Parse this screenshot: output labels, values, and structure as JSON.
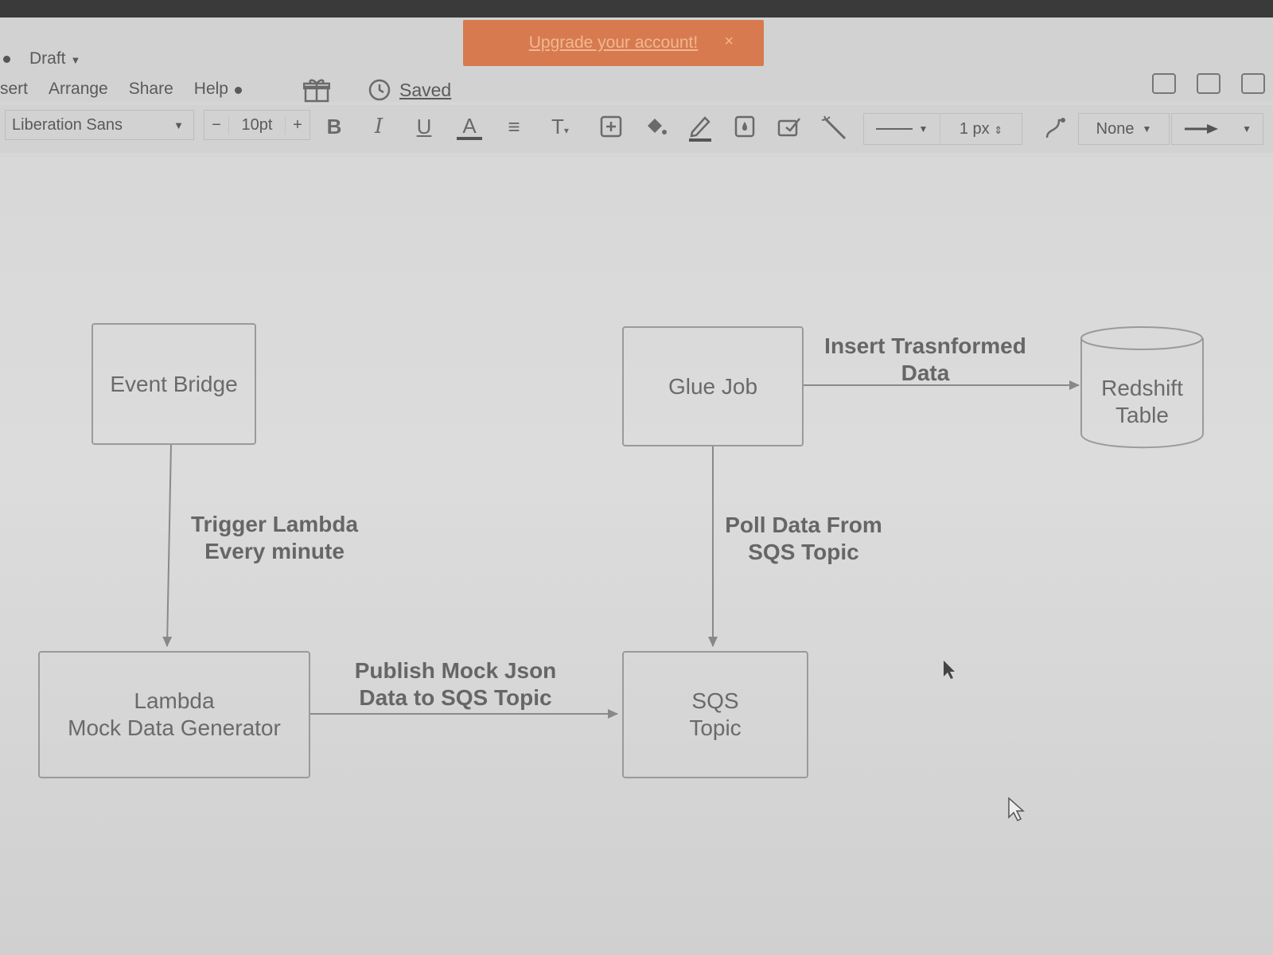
{
  "document": {
    "title": "Draft"
  },
  "menu": {
    "items": [
      "sert",
      "Arrange",
      "Share",
      "Help"
    ],
    "status": "Saved"
  },
  "banner": {
    "text": "Upgrade your account!",
    "close": "×"
  },
  "toolbar": {
    "font": "Liberation Sans",
    "font_size": "10pt",
    "minus": "−",
    "plus": "+",
    "bold": "B",
    "italic": "I",
    "underline": "U",
    "font_color": "A",
    "text_menu": "T",
    "line_width": "1 px",
    "line_end": "None"
  },
  "diagram": {
    "nodes": {
      "event_bridge": "Event Bridge",
      "glue_job": "Glue Job",
      "redshift": "Redshift\nTable",
      "lambda": "Lambda\nMock Data Generator",
      "sqs": "SQS\nTopic"
    },
    "edges": {
      "trigger": "Trigger Lambda\nEvery minute",
      "poll": "Poll Data From\nSQS Topic",
      "insert": "Insert Trasnformed\nData",
      "publish": "Publish Mock Json\nData to SQS Topic"
    }
  },
  "colors": {
    "banner": "#d87a50",
    "stroke": "#9a9a9a",
    "topstrip": "#3a3a3a"
  }
}
